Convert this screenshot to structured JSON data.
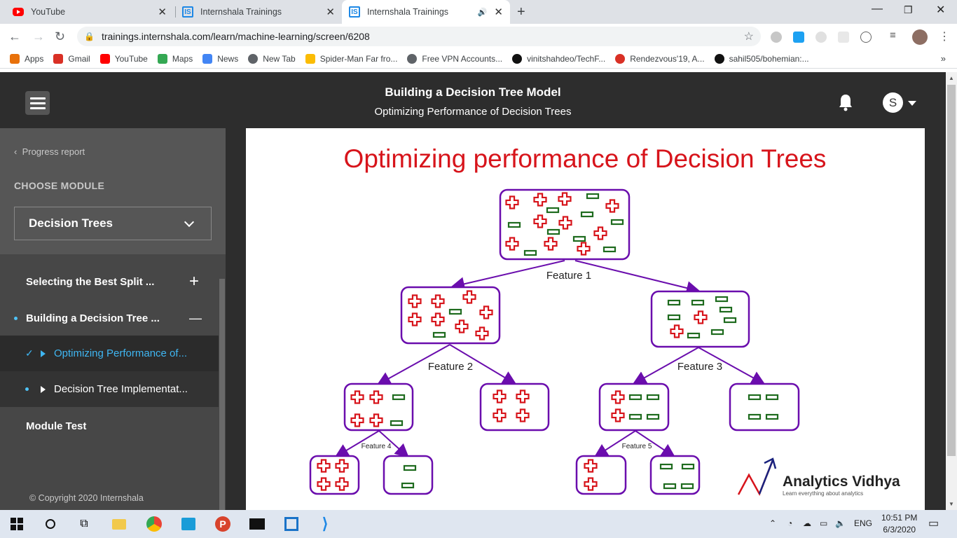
{
  "browser": {
    "tabs": [
      {
        "title": "YouTube",
        "active": false
      },
      {
        "title": "Internshala Trainings",
        "active": false
      },
      {
        "title": "Internshala Trainings",
        "active": true
      }
    ],
    "url": "trainings.internshala.com/learn/machine-learning/screen/6208",
    "bookmarks": [
      {
        "label": "Apps",
        "icon": "apps-grid-icon",
        "color": "#e8710a"
      },
      {
        "label": "Gmail",
        "icon": "gmail-icon",
        "color": "#d93025"
      },
      {
        "label": "YouTube",
        "icon": "youtube-icon",
        "color": "#ff0000"
      },
      {
        "label": "Maps",
        "icon": "maps-icon",
        "color": "#34a853"
      },
      {
        "label": "News",
        "icon": "news-icon",
        "color": "#4285f4"
      },
      {
        "label": "New Tab",
        "icon": "globe-icon",
        "color": "#5f6368"
      },
      {
        "label": "Spider-Man Far fro...",
        "icon": "drive-icon",
        "color": "#fbbc04"
      },
      {
        "label": "Free VPN Accounts...",
        "icon": "globe-icon",
        "color": "#5f6368"
      },
      {
        "label": "vinitshahdeo/TechF...",
        "icon": "github-icon",
        "color": "#111111"
      },
      {
        "label": "Rendezvous'19, A...",
        "icon": "rendezvous-icon",
        "color": "#d93025"
      },
      {
        "label": "sahil505/bohemian:...",
        "icon": "github-icon",
        "color": "#111111"
      }
    ]
  },
  "header": {
    "title": "Building a Decision Tree Model",
    "subtitle": "Optimizing Performance of Decision Trees",
    "avatar_letter": "S"
  },
  "sidebar": {
    "progress_link": "Progress report",
    "choose_module_label": "CHOOSE MODULE",
    "selected_module": "Decision Trees",
    "items": [
      {
        "label": "Selecting the Best Split ...",
        "toggle": "+"
      },
      {
        "label": "Building a Decision Tree ...",
        "toggle": "—"
      }
    ],
    "subitems": [
      {
        "label": "Optimizing Performance of...",
        "state": "completed-active"
      },
      {
        "label": "Decision Tree Implementat...",
        "state": "pending"
      }
    ],
    "module_test": "Module Test",
    "copyright": "© Copyright 2020 Internshala"
  },
  "slide": {
    "title": "Optimizing performance of Decision Trees",
    "feature_labels": [
      "Feature 1",
      "Feature 2",
      "Feature 3",
      "Feature 4",
      "Feature 5"
    ],
    "brand_name": "Analytics Vidhya",
    "brand_tagline": "Learn everything about analytics",
    "colors": {
      "plus": "#d7141b",
      "minus": "#1e6b1e",
      "box": "#6a0dad",
      "title": "#d7141b"
    }
  },
  "taskbar": {
    "language": "ENG",
    "time": "10:51 PM",
    "date": "6/3/2020"
  }
}
